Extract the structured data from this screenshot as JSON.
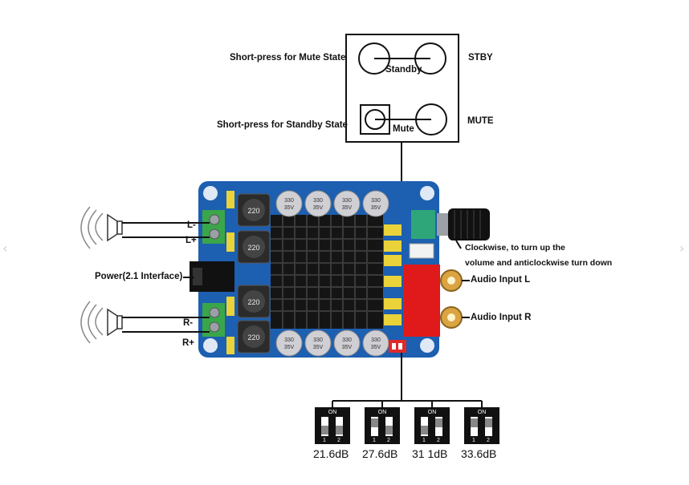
{
  "control_box": {
    "mute_press_label": "Short-press for Mute State",
    "standby_press_label": "Short-press for Standby State",
    "standby_label": "Standby",
    "mute_label": "Mute",
    "stby_label": "STBY",
    "mute_state_label": "MUTE"
  },
  "connections": {
    "left_minus": "L-",
    "left_plus": "L+",
    "right_minus": "R-",
    "right_plus": "R+",
    "power": "Power(2.1 Interface)",
    "volume_line1": "Clockwise, to turn up the",
    "volume_line2": "volume and anticlockwise turn down",
    "audio_left": "Audio Input L",
    "audio_right": "Audio Input R"
  },
  "board_marks": {
    "inductor_value": "220",
    "cap_value": "330",
    "cap_rating": "35V"
  },
  "dip_switch": {
    "on_label": "ON",
    "pin1": "1",
    "pin2": "2",
    "gains": [
      "21.6dB",
      "27.6dB",
      "31 1dB",
      "33.6dB"
    ]
  },
  "nav": {
    "prev": "‹",
    "next": "›"
  },
  "colors": {
    "board": "#1d5fb0",
    "terminal": "#3aa64a",
    "rca": "#e01a1a",
    "gold": "#d9a441"
  }
}
